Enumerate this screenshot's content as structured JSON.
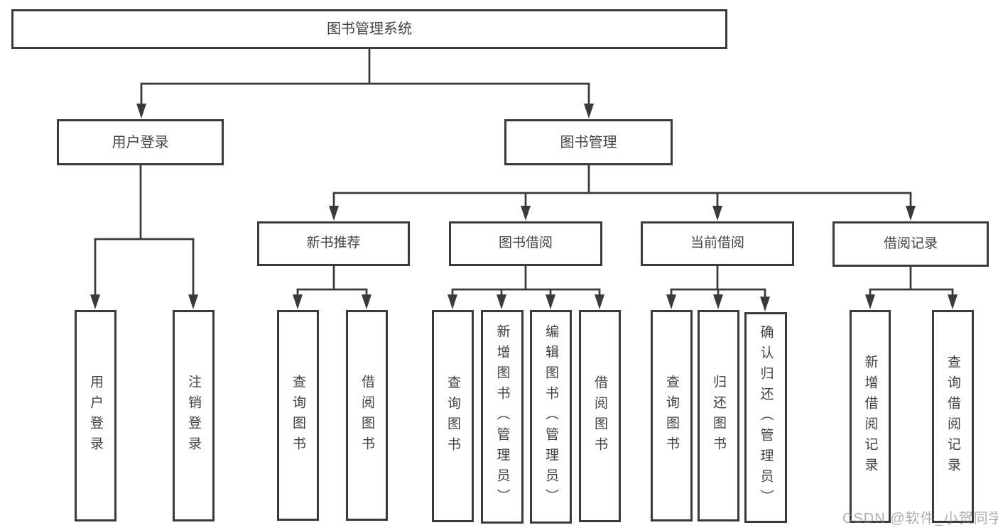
{
  "nodes": {
    "root": "图书管理系统",
    "user_login_branch": "用户登录",
    "book_management": "图书管理",
    "new_book_recommend": "新书推荐",
    "book_borrowing": "图书借阅",
    "current_borrowing": "当前借阅",
    "borrowing_records": "借阅记录",
    "leaf_user_login": "用户登录",
    "leaf_logout_login": "注销登录",
    "leaf_nb_query_books": "查询图书",
    "leaf_nb_borrow_books": "借阅图书",
    "leaf_bb_query_books": "查询图书",
    "leaf_bb_add_books": "新增图书（管理员）",
    "leaf_bb_edit_books": "编辑图书（管理员）",
    "leaf_bb_borrow_books": "借阅图书",
    "leaf_cb_query_books": "查询图书",
    "leaf_cb_return_books": "归还图书",
    "leaf_cb_confirm_return": "确认归还（管理员）",
    "leaf_br_add_record": "新增借阅记录",
    "leaf_br_query_record": "查询借阅记录"
  },
  "watermark": "CSDN @软件_小贺同学",
  "colors": {
    "line": "#3a3a3a",
    "border": "#3a3a3a",
    "text": "#424242",
    "watermark": "#9a9a9a",
    "background": "#ffffff"
  }
}
